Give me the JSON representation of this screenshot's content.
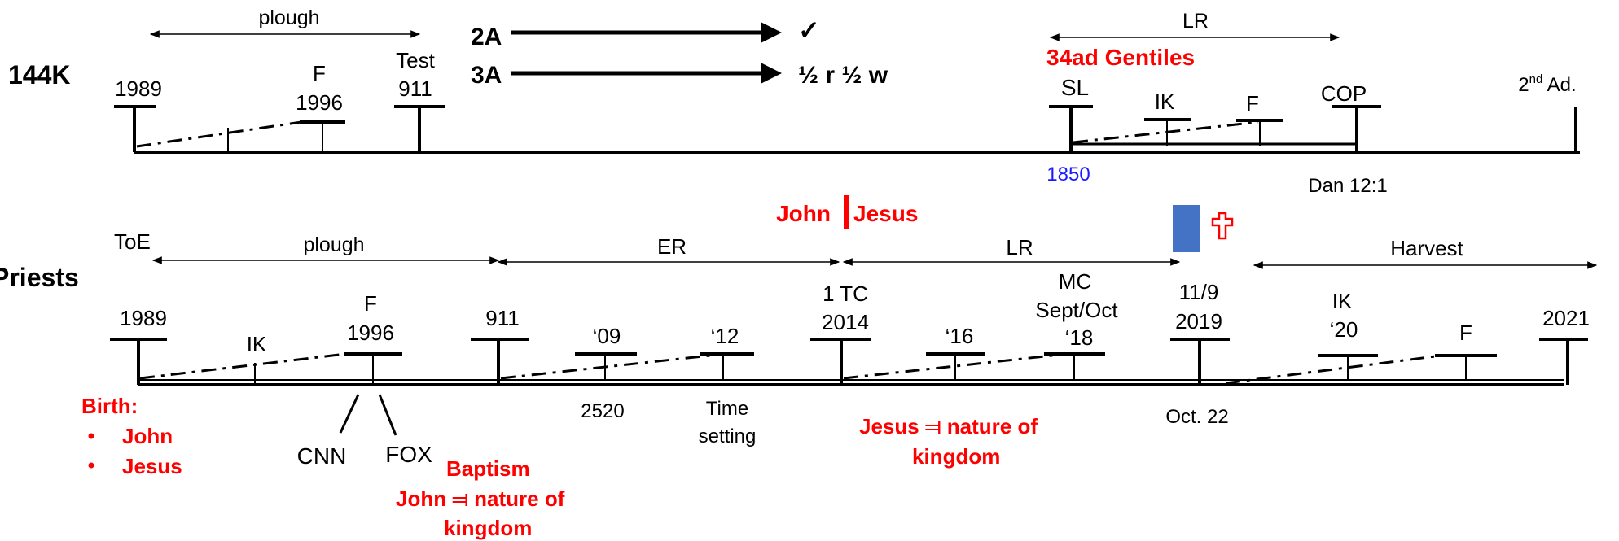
{
  "colors": {
    "line": "#000000",
    "red": "#ff0000",
    "blue_text": "#1a1aff",
    "box": "#4472c4"
  },
  "top": {
    "row_label": "144K",
    "plough": "plough",
    "lr": "LR",
    "year_1989": "1989",
    "f": "F",
    "year_1996": "1996",
    "test": "Test",
    "year_911": "911",
    "arrow_2a": "2A",
    "arrow_3a": "3A",
    "check": "✓",
    "half": "½ r ½ w",
    "gentiles": "34ad  Gentiles",
    "sl": "SL",
    "ik": "IK",
    "f2": "F",
    "cop": "COP",
    "second_ad": "2nd Ad.",
    "year_1850": "1850",
    "dan": "Dan 12:1"
  },
  "bottom": {
    "row_label": "Priests",
    "john_jesus_left": "John",
    "john_jesus_right": "Jesus",
    "toe": "ToE",
    "plough": "plough",
    "er": "ER",
    "lr": "LR",
    "harvest": "Harvest",
    "year_1989": "1989",
    "ik": "IK",
    "f": "F",
    "year_1996": "1996",
    "year_911": "911",
    "y09": "‘09",
    "y12": "‘12",
    "tc": "1 TC",
    "year_2014": "2014",
    "y16": "‘16",
    "mc": "MC",
    "sept_oct": "Sept/Oct",
    "y18": "‘18",
    "date_119": "11/9",
    "year_2019": "2019",
    "ik2": "IK",
    "y20": "‘20",
    "f2": "F",
    "year_2021": "2021",
    "n2520": "2520",
    "time": "Time",
    "setting": "setting",
    "oct22": "Oct. 22",
    "birth": "Birth:",
    "birth_john": "John",
    "birth_jesus": "Jesus",
    "cnn": "CNN",
    "fox": "FOX",
    "baptism": "Baptism",
    "john_nature": "John ⫤  nature of",
    "kingdom": "kingdom",
    "jesus_nature": "Jesus ⫤  nature of",
    "kingdom2": "kingdom"
  }
}
